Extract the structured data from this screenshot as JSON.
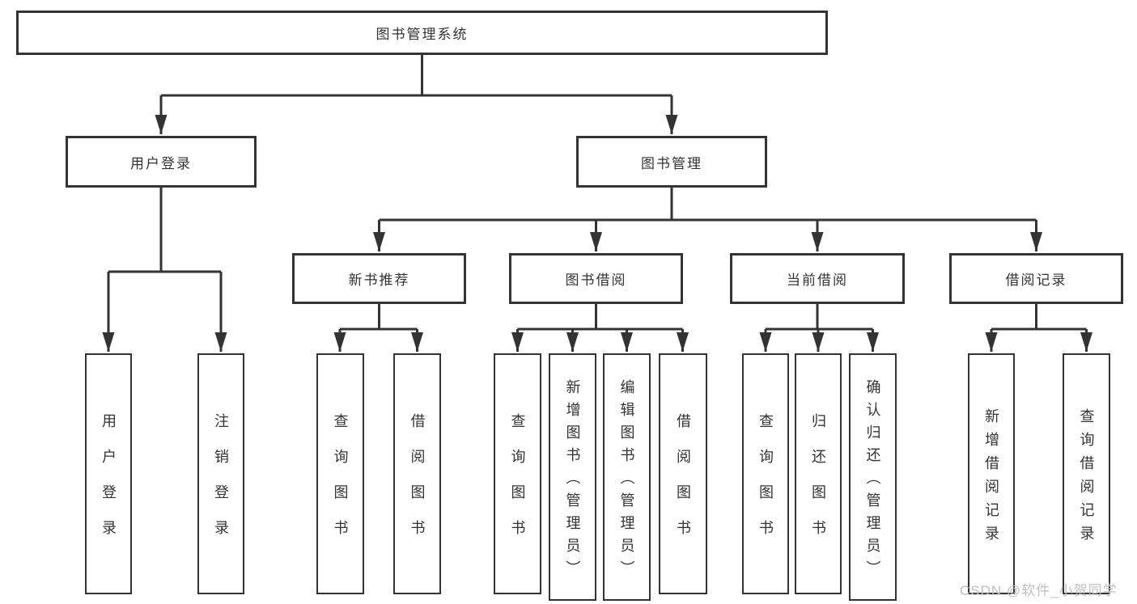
{
  "nodes": {
    "root": "图书管理系统",
    "user_login": "用户登录",
    "book_management": "图书管理",
    "new_book_recommend": "新书推荐",
    "book_borrowing": "图书借阅",
    "current_borrowing": "当前借阅",
    "borrowing_records": "借阅记录",
    "leaf_user_login": "用户登录",
    "leaf_logout": "注销登录",
    "leaf_query_books_1": "查询图书",
    "leaf_borrow_books_1": "借阅图书",
    "leaf_query_books_2": "查询图书",
    "leaf_add_book_admin": "新增图书（管理员）",
    "leaf_edit_book_admin": "编辑图书（管理员）",
    "leaf_borrow_books_2": "借阅图书",
    "leaf_query_books_3": "查询图书",
    "leaf_return_book": "归还图书",
    "leaf_confirm_return_admin": "确认归还（管理员）",
    "leaf_add_borrow_record": "新增借阅记录",
    "leaf_query_borrow_record": "查询借阅记录"
  },
  "hierarchy": {
    "图书管理系统": {
      "用户登录": [
        "用户登录",
        "注销登录"
      ],
      "图书管理": {
        "新书推荐": [
          "查询图书",
          "借阅图书"
        ],
        "图书借阅": [
          "查询图书",
          "新增图书（管理员）",
          "编辑图书（管理员）",
          "借阅图书"
        ],
        "当前借阅": [
          "查询图书",
          "归还图书",
          "确认归还（管理员）"
        ],
        "借阅记录": [
          "新增借阅记录",
          "查询借阅记录"
        ]
      }
    }
  },
  "colors": {
    "line": "#333333",
    "text": "#333333",
    "box_background": "#ffffff",
    "watermark": "#bfbfbf"
  },
  "watermark": "CSDN @软件_小贺同学"
}
